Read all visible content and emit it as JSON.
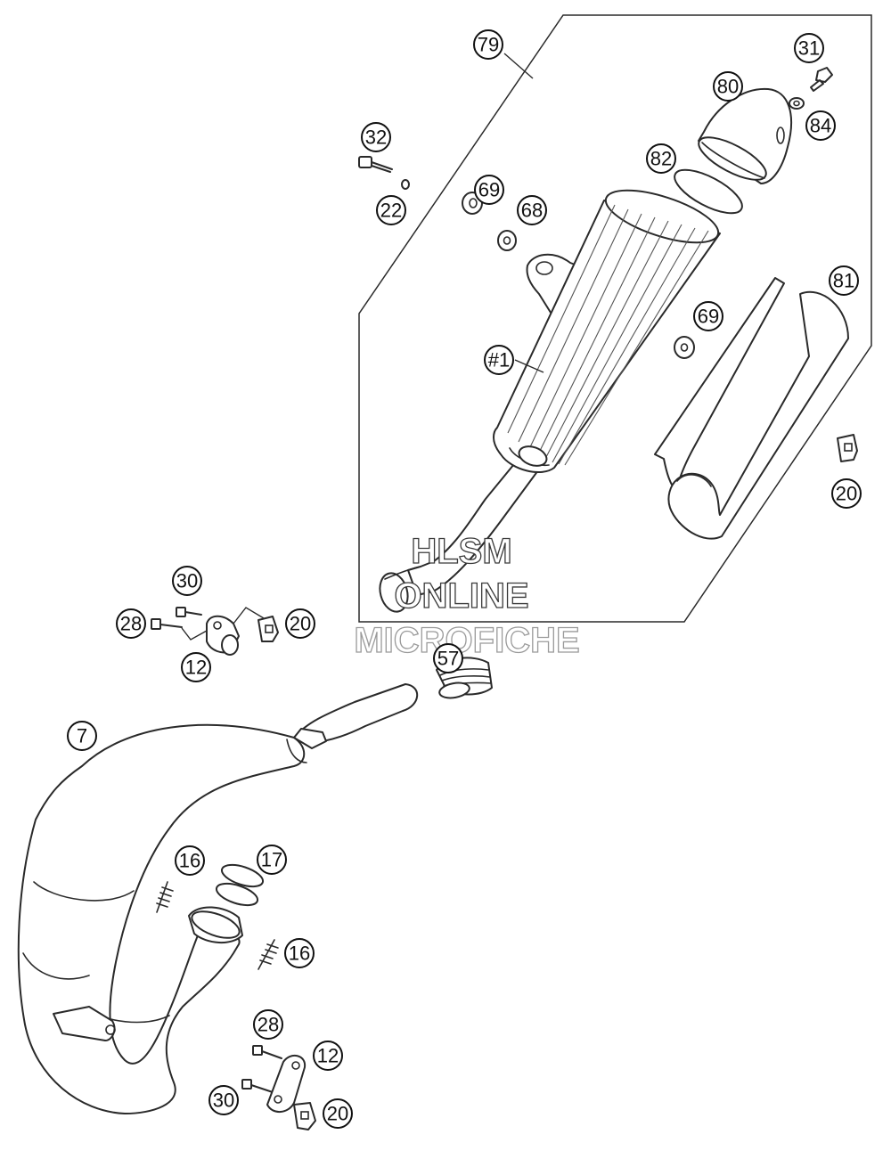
{
  "callouts": [
    {
      "id": "c79a",
      "label": "79"
    },
    {
      "id": "c31",
      "label": "31"
    },
    {
      "id": "c80",
      "label": "80"
    },
    {
      "id": "c84",
      "label": "84"
    },
    {
      "id": "c32",
      "label": "32"
    },
    {
      "id": "c82",
      "label": "82"
    },
    {
      "id": "c22",
      "label": "22"
    },
    {
      "id": "c69a",
      "label": "69"
    },
    {
      "id": "c68",
      "label": "68"
    },
    {
      "id": "c81",
      "label": "81"
    },
    {
      "id": "c69b",
      "label": "69"
    },
    {
      "id": "c1",
      "label": "#1"
    },
    {
      "id": "c20a",
      "label": "20"
    },
    {
      "id": "c30a",
      "label": "30"
    },
    {
      "id": "c28a",
      "label": "28"
    },
    {
      "id": "c20b",
      "label": "20"
    },
    {
      "id": "c12a",
      "label": "12"
    },
    {
      "id": "c57",
      "label": "57"
    },
    {
      "id": "c7",
      "label": "7"
    },
    {
      "id": "c16a",
      "label": "16"
    },
    {
      "id": "c17",
      "label": "17"
    },
    {
      "id": "c16b",
      "label": "16"
    },
    {
      "id": "c28b",
      "label": "28"
    },
    {
      "id": "c12b",
      "label": "12"
    },
    {
      "id": "c30b",
      "label": "30"
    },
    {
      "id": "c20c",
      "label": "20"
    }
  ],
  "watermark": {
    "line1": "HLSM",
    "line2": "ONLINE",
    "line3": "MICROFICHE"
  }
}
